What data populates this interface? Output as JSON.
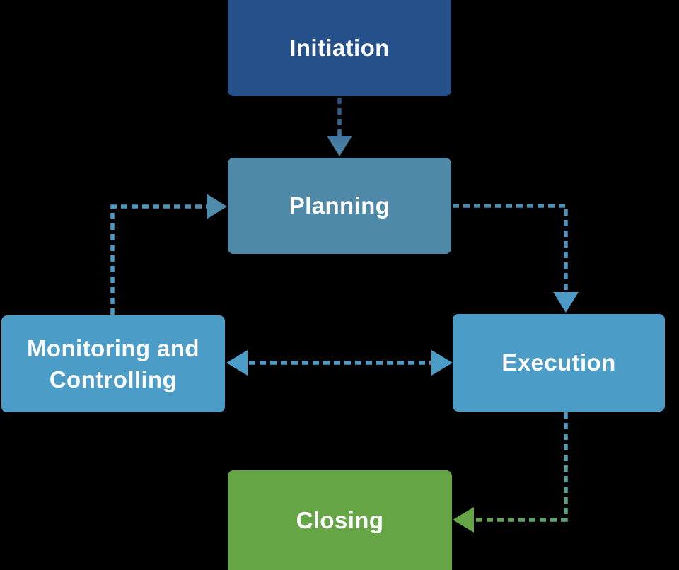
{
  "colors": {
    "background": "#000000",
    "dark_blue": "#25508a",
    "steel_blue": "#4e89a8",
    "light_blue": "#4c9cc8",
    "green": "#66a546",
    "text": "#ffffff"
  },
  "nodes": [
    {
      "id": "initiation",
      "label": "Initiation",
      "color": "#25508a"
    },
    {
      "id": "planning",
      "label": "Planning",
      "color": "#4e89a8"
    },
    {
      "id": "monitoring",
      "label": "Monitoring and Controlling",
      "color": "#4c9cc8"
    },
    {
      "id": "execution",
      "label": "Execution",
      "color": "#4c9cc8"
    },
    {
      "id": "closing",
      "label": "Closing",
      "color": "#66a546"
    }
  ],
  "connectors": [
    {
      "id": "initiation-to-planning",
      "from": "Initiation",
      "to": "Planning",
      "style": "dashed",
      "bidirectional": false,
      "from_color": "#25508a",
      "to_color": "#4e89a8"
    },
    {
      "id": "monitoring-to-planning",
      "from": "Monitoring and Controlling",
      "to": "Planning",
      "style": "dashed",
      "bidirectional": false,
      "from_color": "#4c9cc8",
      "to_color": "#4e89a8"
    },
    {
      "id": "planning-to-execution",
      "from": "Planning",
      "to": "Execution",
      "style": "dashed",
      "bidirectional": false,
      "from_color": "#4e89a8",
      "to_color": "#4c9cc8"
    },
    {
      "id": "monitoring-execution-bidirectional",
      "from": "Monitoring and Controlling",
      "to": "Execution",
      "style": "dashed",
      "bidirectional": true,
      "from_color": "#4c9cc8",
      "to_color": "#4c9cc8"
    },
    {
      "id": "execution-to-closing",
      "from": "Execution",
      "to": "Closing",
      "style": "dashed",
      "bidirectional": false,
      "from_color": "#4c9cc8",
      "to_color": "#66a546"
    }
  ]
}
